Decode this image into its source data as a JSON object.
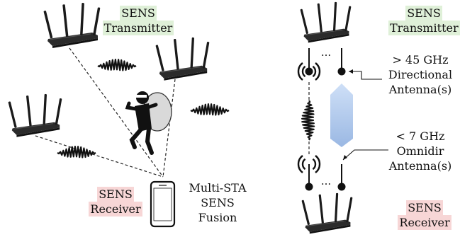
{
  "left_panel": {
    "transmitter": [
      "SENS",
      "Transmitter"
    ],
    "receiver": [
      "SENS",
      "Receiver"
    ],
    "fusion": [
      "Multi-STA",
      "SENS",
      "Fusion"
    ]
  },
  "right_panel": {
    "transmitter": [
      "SENS",
      "Transmitter"
    ],
    "receiver": [
      "SENS",
      "Receiver"
    ],
    "high_band": [
      "> 45 GHz",
      "Directional",
      "Antenna(s)"
    ],
    "low_band": [
      "< 7 GHz",
      "Omnidir",
      "Antenna(s)"
    ],
    "ellipsis_top": "...",
    "ellipsis_bottom": "..."
  },
  "icons": [
    "wifi-router-icon",
    "smartphone-icon",
    "intruder-icon",
    "waveform-icon",
    "antenna-icon",
    "radiation-wave-icon",
    "directional-beam-icon"
  ],
  "colors": {
    "transmitter_highlight": "#dff0d8",
    "receiver_highlight": "#f7d6d6",
    "beam": "#a9c4ea"
  }
}
